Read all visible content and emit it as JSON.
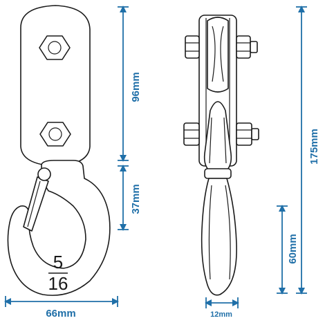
{
  "colors": {
    "dimension": "#1f6fa8",
    "outline": "#1a1a1a",
    "background": "#ffffff"
  },
  "dimensions": {
    "hook_width": "66mm",
    "plate_height": "96mm",
    "hook_drop": "37mm",
    "total_height": "175mm",
    "sheave_width": "12mm",
    "hook_side_height": "60mm"
  },
  "marking": {
    "numerator": "5",
    "denominator": "16"
  }
}
